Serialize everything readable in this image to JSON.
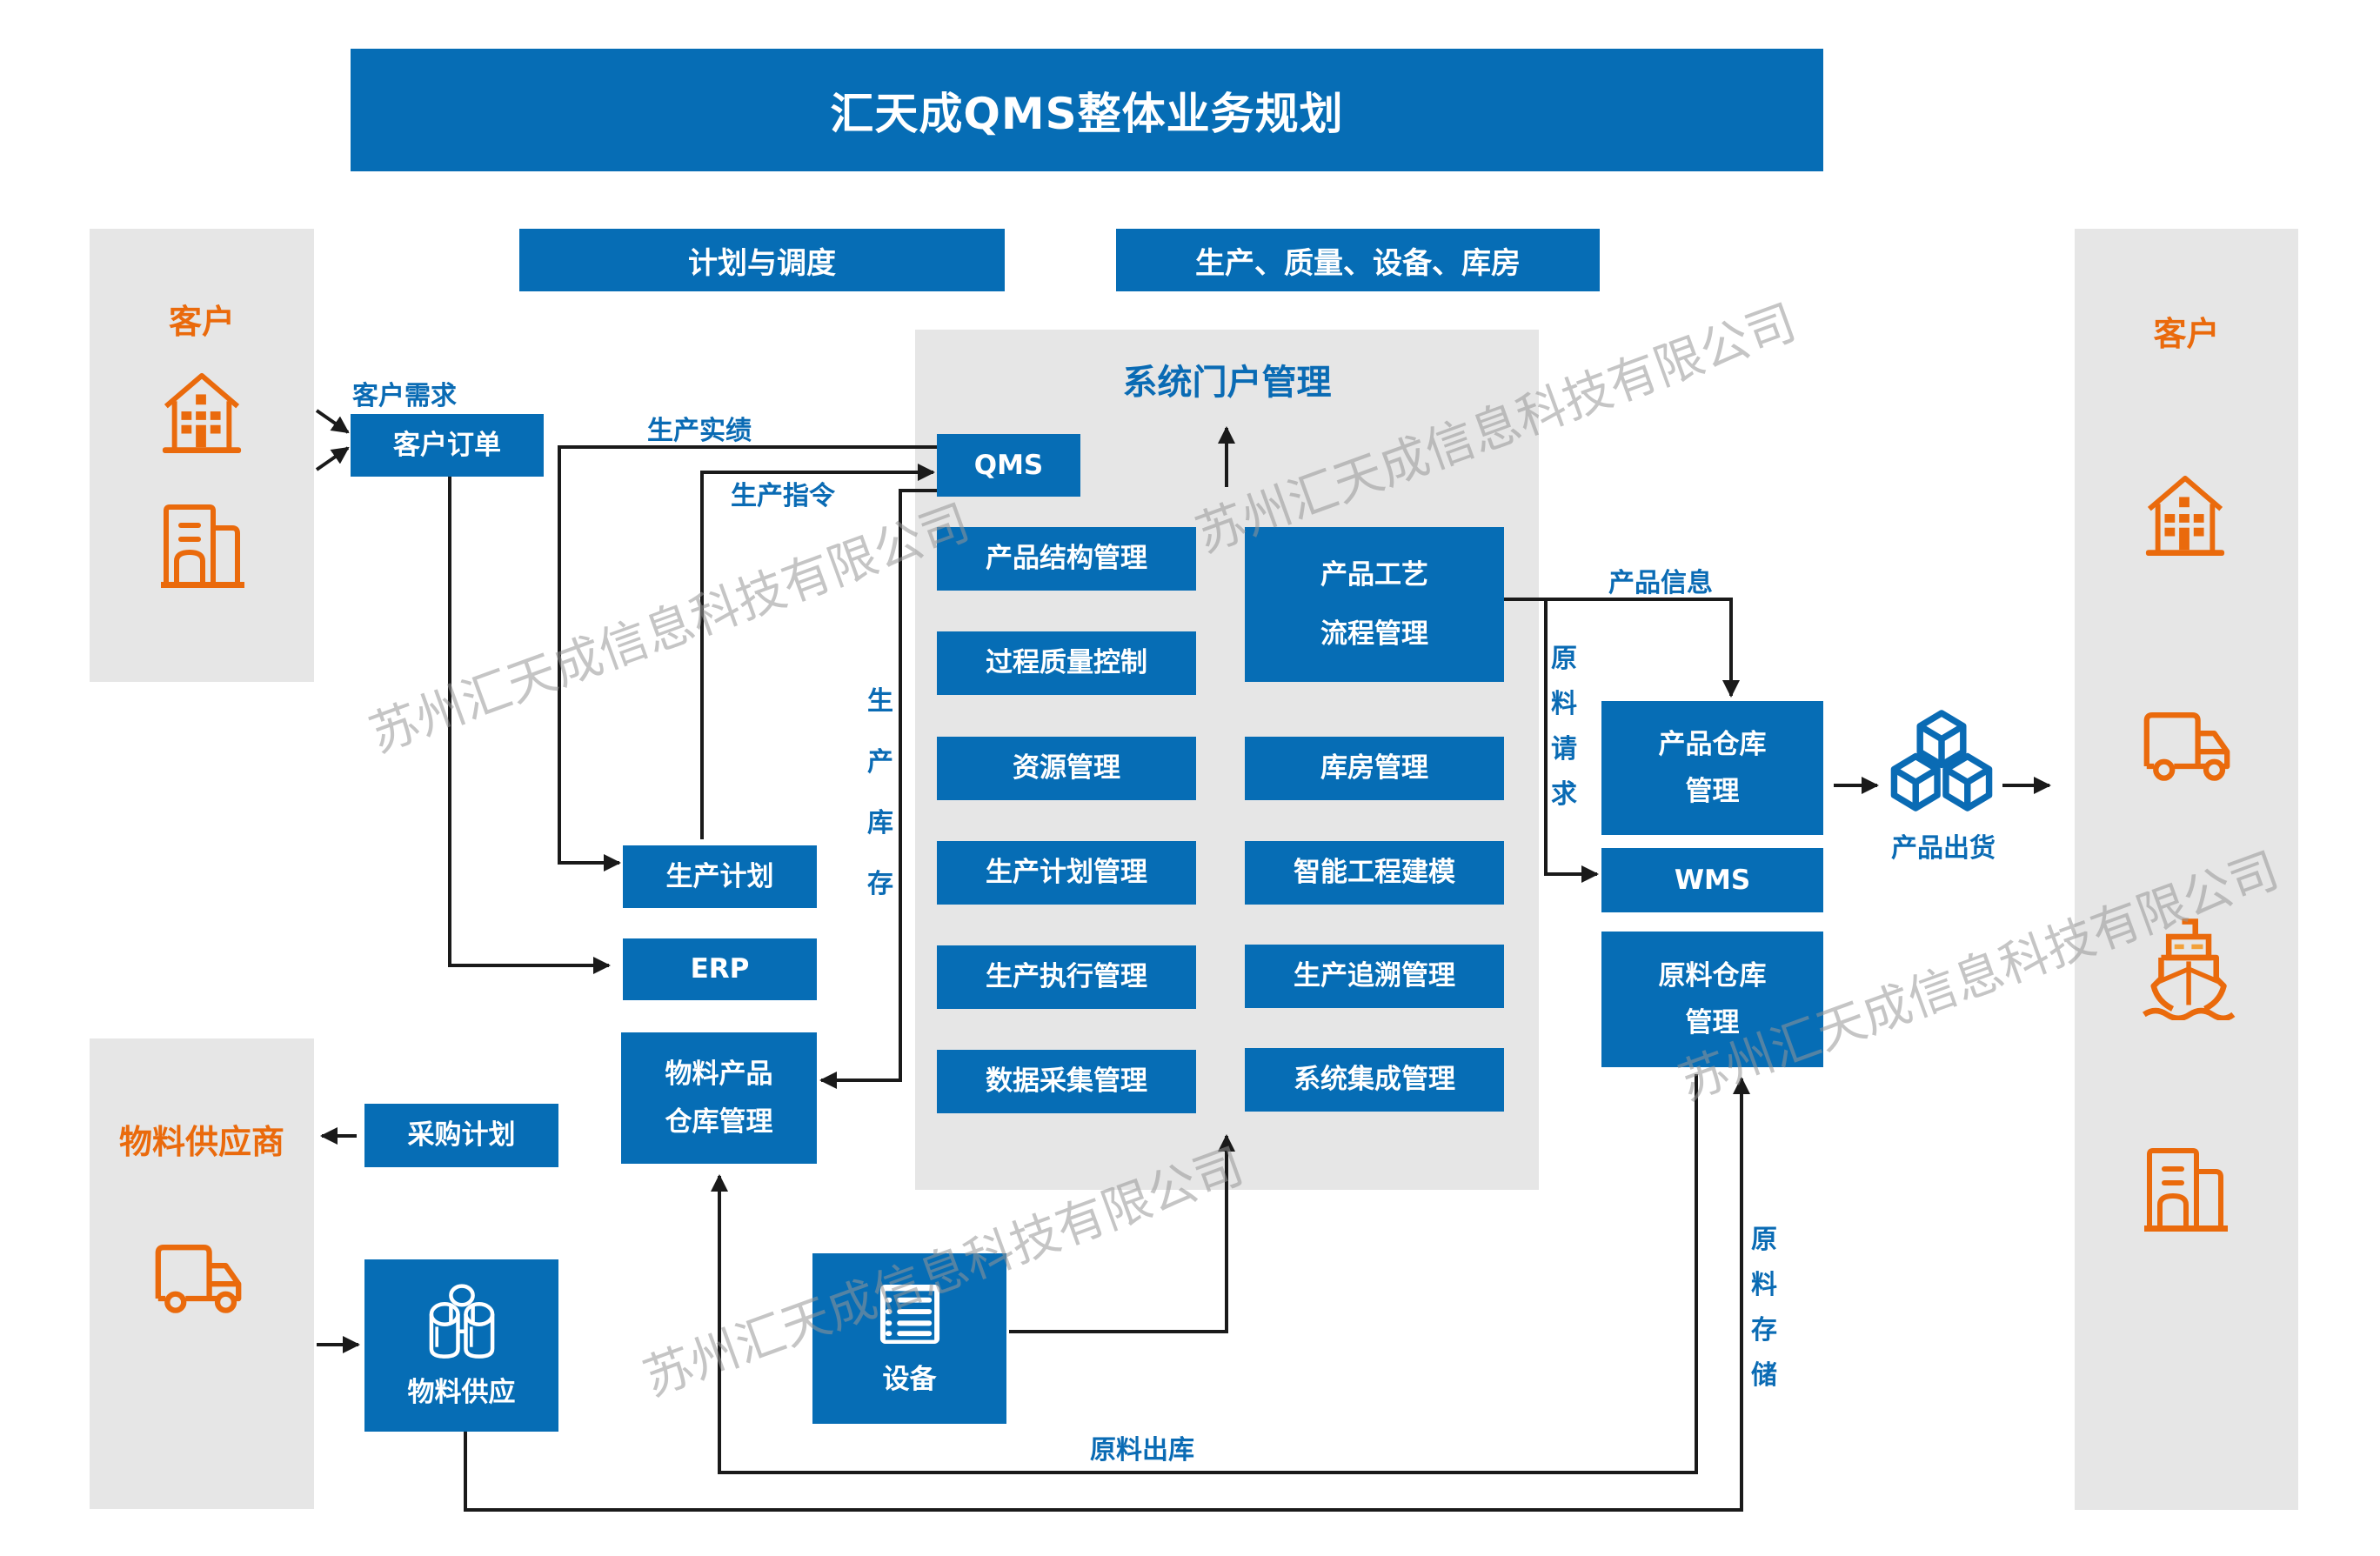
{
  "title": "汇天成QMS整体业务规划",
  "sections": {
    "planning": "计划与调度",
    "production": "生产、质量、设备、库房"
  },
  "left_customer": {
    "label": "客户",
    "icons": [
      "house-building-icon",
      "office-building-icon"
    ]
  },
  "right_customer": {
    "label": "客户",
    "icons": [
      "house-building-icon",
      "delivery-truck-icon",
      "cargo-ship-icon",
      "office-building-icon"
    ]
  },
  "supplier": {
    "label": "物料供应商",
    "icon": "delivery-truck-icon"
  },
  "portal": {
    "title": "系统门户管理",
    "qms": "QMS",
    "modules_left": [
      "产品结构管理",
      "过程质量控制",
      "资源管理",
      "生产计划管理",
      "生产执行管理",
      "数据采集管理"
    ],
    "modules_right": [
      "产品工艺\n流程管理",
      "库房管理",
      "智能工程建模",
      "生产追溯管理",
      "系统集成管理"
    ]
  },
  "boxes": {
    "customer_order": "客户订单",
    "production_plan": "生产计划",
    "erp": "ERP",
    "material_warehouse": "物料产品\n仓库管理",
    "purchase_plan": "采购计划",
    "material_supply": "物料供应",
    "equipment": "设备",
    "product_warehouse": "产品仓库\n管理",
    "wms": "WMS",
    "raw_warehouse": "原料仓库\n管理",
    "shipping": "产品出货"
  },
  "flow_labels": {
    "customer_demand": "客户需求",
    "production_result": "生产实绩",
    "production_order": "生产指令",
    "production_stock": "生产库存",
    "product_info": "产品信息",
    "material_request": "原料请求",
    "material_storage": "原料存储",
    "material_outbound": "原料出库"
  },
  "watermark": "苏州汇天成信息科技有限公司",
  "colors": {
    "primary_blue": "#066db5",
    "accent_orange": "#ea6a0c",
    "panel_gray": "#e6e6e6",
    "line": "#1a1a1a"
  }
}
